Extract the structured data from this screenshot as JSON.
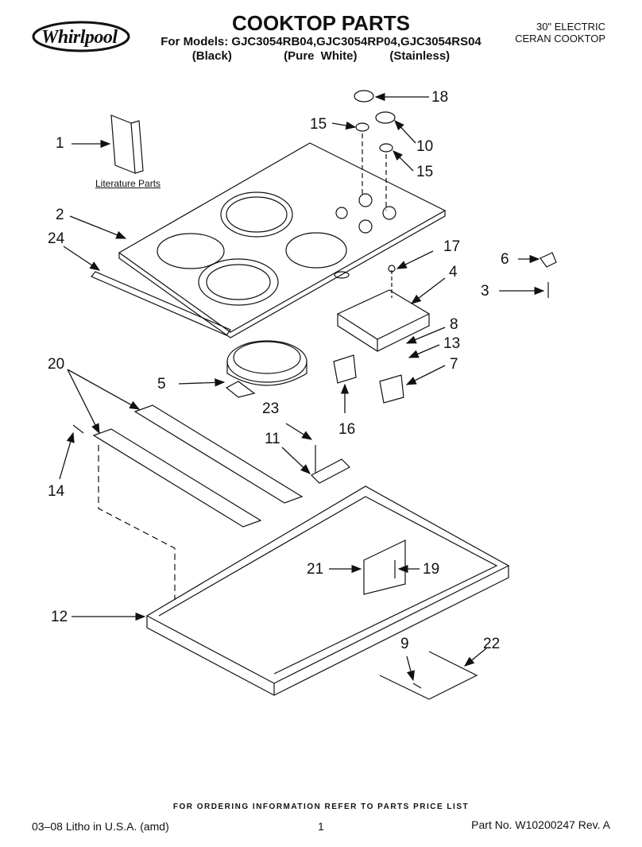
{
  "header": {
    "brand": "Whirlpool",
    "title": "COOKTOP PARTS",
    "models_line": "For Models: GJC3054RB04,GJC3054RP04,GJC3054RS04",
    "colors_line": "(Black)        (Pure White)     (Stainless)",
    "corner_line1": "30\" ELECTRIC",
    "corner_line2": "CERAN COOKTOP"
  },
  "callouts": {
    "c1": "1",
    "c2": "2",
    "c3": "3",
    "c4": "4",
    "c5": "5",
    "c6": "6",
    "c7": "7",
    "c8": "8",
    "c9": "9",
    "c10": "10",
    "c11": "11",
    "c12": "12",
    "c13": "13",
    "c14": "14",
    "c15a": "15",
    "c15b": "15",
    "c16": "16",
    "c17": "17",
    "c18": "18",
    "c19": "19",
    "c20": "20",
    "c21": "21",
    "c22": "22",
    "c23": "23",
    "c24": "24"
  },
  "literature_label": "Literature Parts",
  "footer": {
    "ordering_note": "FOR ORDERING INFORMATION REFER TO PARTS PRICE LIST",
    "litho": "03–08 Litho in U.S.A. (amd)",
    "page": "1",
    "part_no": "Part No. W10200247 Rev. A"
  }
}
